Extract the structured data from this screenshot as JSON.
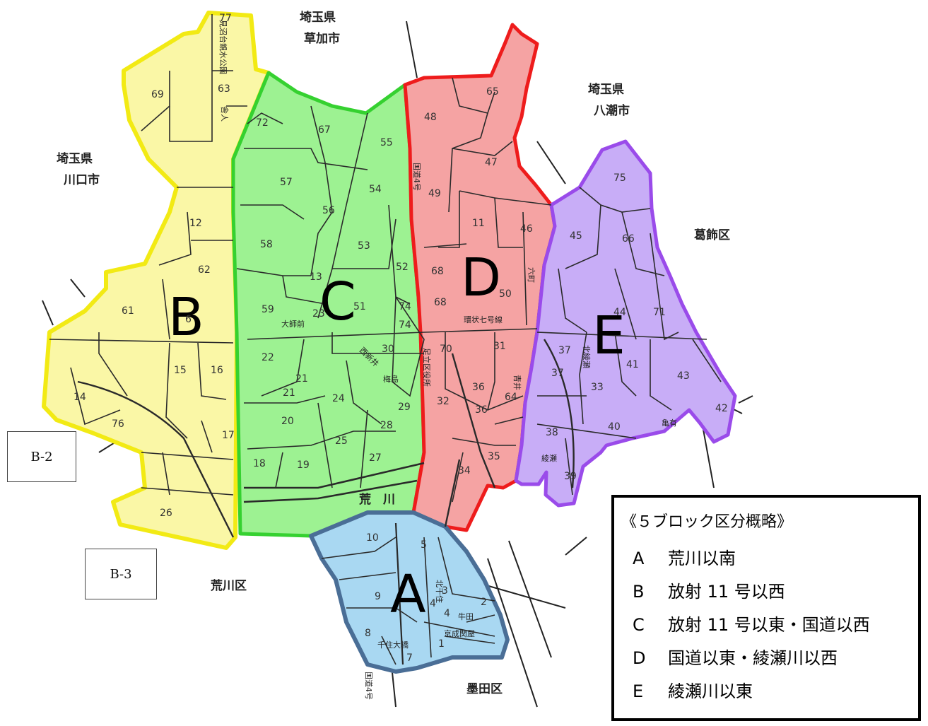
{
  "colors": {
    "A": "#a9d8f2",
    "A_border": "#4a6e96",
    "B": "#faf7a6",
    "B_border": "#f2ea14",
    "C": "#9df292",
    "C_border": "#35d130",
    "D": "#f5a3a3",
    "D_border": "#ee1c1c",
    "E": "#c8adf7",
    "E_border": "#9a4bea"
  },
  "block_letters": {
    "A": "A",
    "B": "B",
    "C": "C",
    "D": "D",
    "E": "E"
  },
  "external_areas": {
    "saitama_top": "埼玉県",
    "soka": "草加市",
    "saitama_right": "埼玉県",
    "yashio": "八潮市",
    "saitama_left": "埼玉県",
    "kawaguchi": "川口市",
    "katsushika": "葛飾区",
    "arakawa_ward": "荒川区",
    "sumida": "墨田区"
  },
  "river_label": "荒　川",
  "place_labels": {
    "kanjo7": "環状七号線",
    "kokudo4": "国道4号",
    "minumadai": "見沼台親水公園",
    "toneri": "舎人",
    "daishimae": "大師前",
    "nishiarai": "西新井",
    "umejima": "梅島",
    "kitaayase": "北綾瀬",
    "ayase": "綾瀬",
    "aoi": "青井",
    "rokucho": "六町",
    "kameari": "亀有",
    "adachi_office": "足立区役所",
    "kitasenju": "北千住",
    "ushida": "牛田",
    "keisei_sekiya": "京成関屋",
    "senju_ohashi": "千住大橋",
    "kokudo_right": "国道4号"
  },
  "district_numbers": [
    "77",
    "69",
    "63",
    "12",
    "62",
    "61",
    "6",
    "15",
    "16",
    "14",
    "76",
    "17",
    "18",
    "26",
    "72",
    "67",
    "55",
    "57",
    "56",
    "54",
    "58",
    "53",
    "52",
    "13",
    "59",
    "23",
    "51",
    "74",
    "74",
    "22",
    "30",
    "21",
    "21",
    "24",
    "29",
    "20",
    "28",
    "25",
    "19",
    "27",
    "48",
    "65",
    "47",
    "49",
    "11",
    "46",
    "68",
    "68",
    "50",
    "70",
    "31",
    "32",
    "36",
    "36",
    "64",
    "35",
    "34",
    "75",
    "45",
    "66",
    "44",
    "71",
    "37",
    "37",
    "41",
    "33",
    "43",
    "42",
    "38",
    "40",
    "39",
    "10",
    "5",
    "9",
    "3",
    "4",
    "4",
    "2",
    "8",
    "1",
    "7"
  ],
  "side_labels": {
    "b2": "B-2",
    "b3": "B-3"
  },
  "legend": {
    "title": "《５ブロック区分概略》",
    "items": [
      {
        "code": "A",
        "text": "荒川以南"
      },
      {
        "code": "B",
        "text": "放射 11 号以西"
      },
      {
        "code": "C",
        "text": "放射 11 号以東・国道以西"
      },
      {
        "code": "D",
        "text": "国道以東・綾瀬川以西"
      },
      {
        "code": "E",
        "text": "綾瀬川以東"
      }
    ]
  }
}
